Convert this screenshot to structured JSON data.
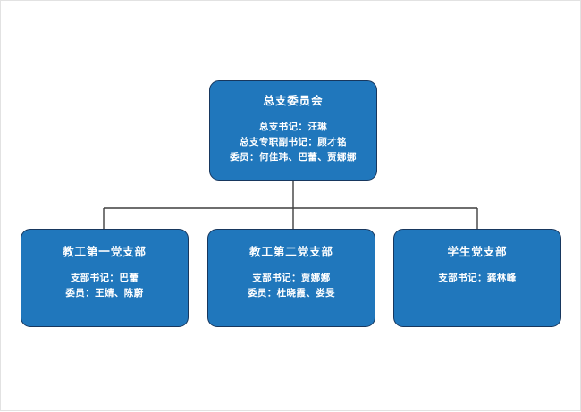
{
  "chart": {
    "type": "org-chart",
    "background_color": "#ffffff",
    "node_fill_color": "#2077BC",
    "node_border_color": "#17375E",
    "connector_color": "#3F3F3F",
    "text_color": "#ffffff",
    "root": {
      "title": "总支委员会",
      "lines": [
        "总支书记：汪琳",
        "总支专职副书记：顾才铭",
        "委员：何佳玮、巴蕾、贾娜娜"
      ]
    },
    "children": [
      {
        "title": "教工第一党支部",
        "lines": [
          "支部书记：巴蕾",
          "委员：王婧、陈蔚"
        ]
      },
      {
        "title": "教工第二党支部",
        "lines": [
          "支部书记：贾娜娜",
          "委员：杜晓霞、娄旻"
        ]
      },
      {
        "title": "学生党支部",
        "lines": [
          "支部书记：龚林峰"
        ]
      }
    ]
  }
}
